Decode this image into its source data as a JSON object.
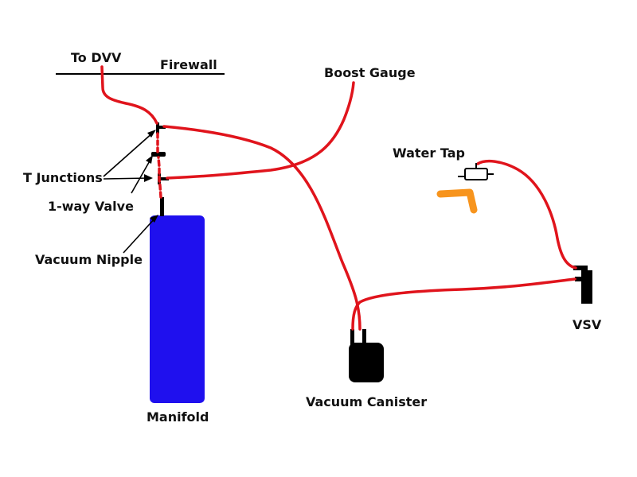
{
  "labels": {
    "to_dvv": "To DVV",
    "firewall": "Firewall",
    "boost_gauge": "Boost Gauge",
    "water_tap": "Water Tap",
    "t_junctions": "T Junctions",
    "one_way_valve": "1-way Valve",
    "vacuum_nipple": "Vacuum Nipple",
    "manifold": "Manifold",
    "vacuum_canister": "Vacuum Canister",
    "vsv": "VSV"
  },
  "colors": {
    "hose": "#e0141c",
    "manifold": "#1f10ee",
    "canister": "#000000",
    "water_tap": "#f7941d",
    "line": "#000000"
  }
}
